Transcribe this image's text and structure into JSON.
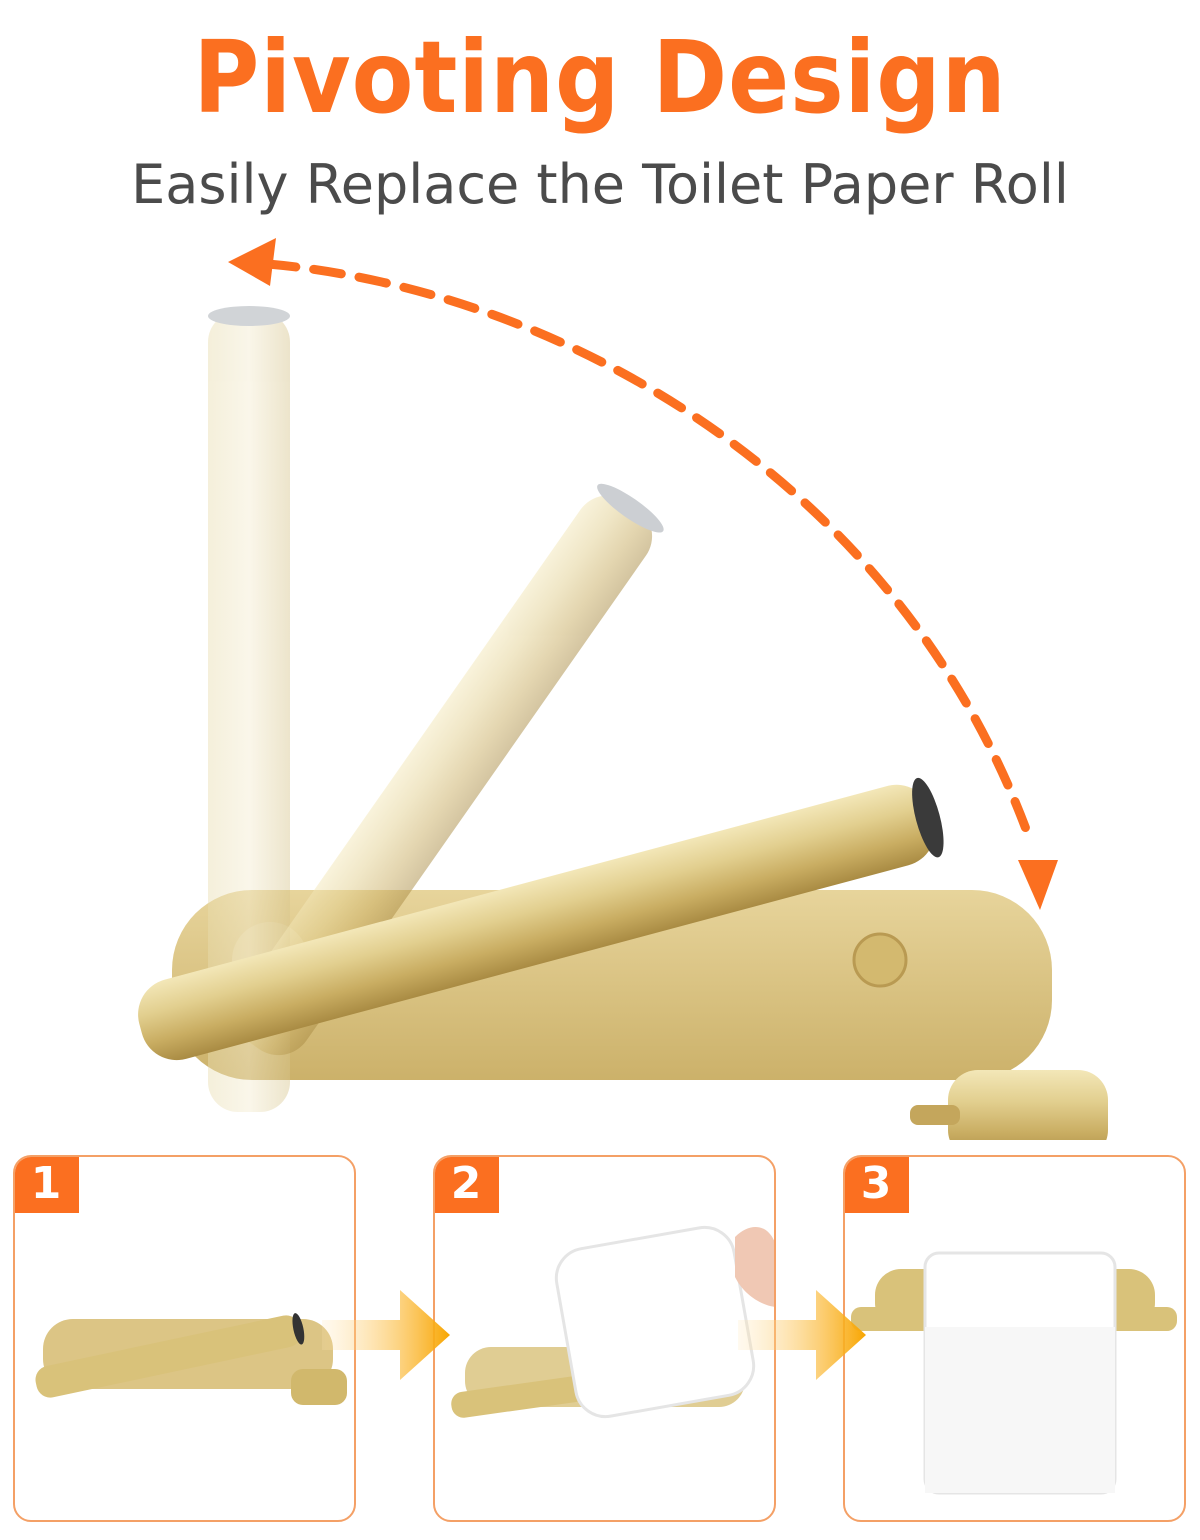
{
  "headline": "Pivoting Design",
  "subheadline": "Easily Replace the Toilet Paper Roll",
  "colors": {
    "accent": "#fb6f20",
    "gold": "#d9c27a",
    "text": "#4b4b4b"
  },
  "steps": [
    {
      "number": "1"
    },
    {
      "number": "2"
    },
    {
      "number": "3"
    }
  ]
}
